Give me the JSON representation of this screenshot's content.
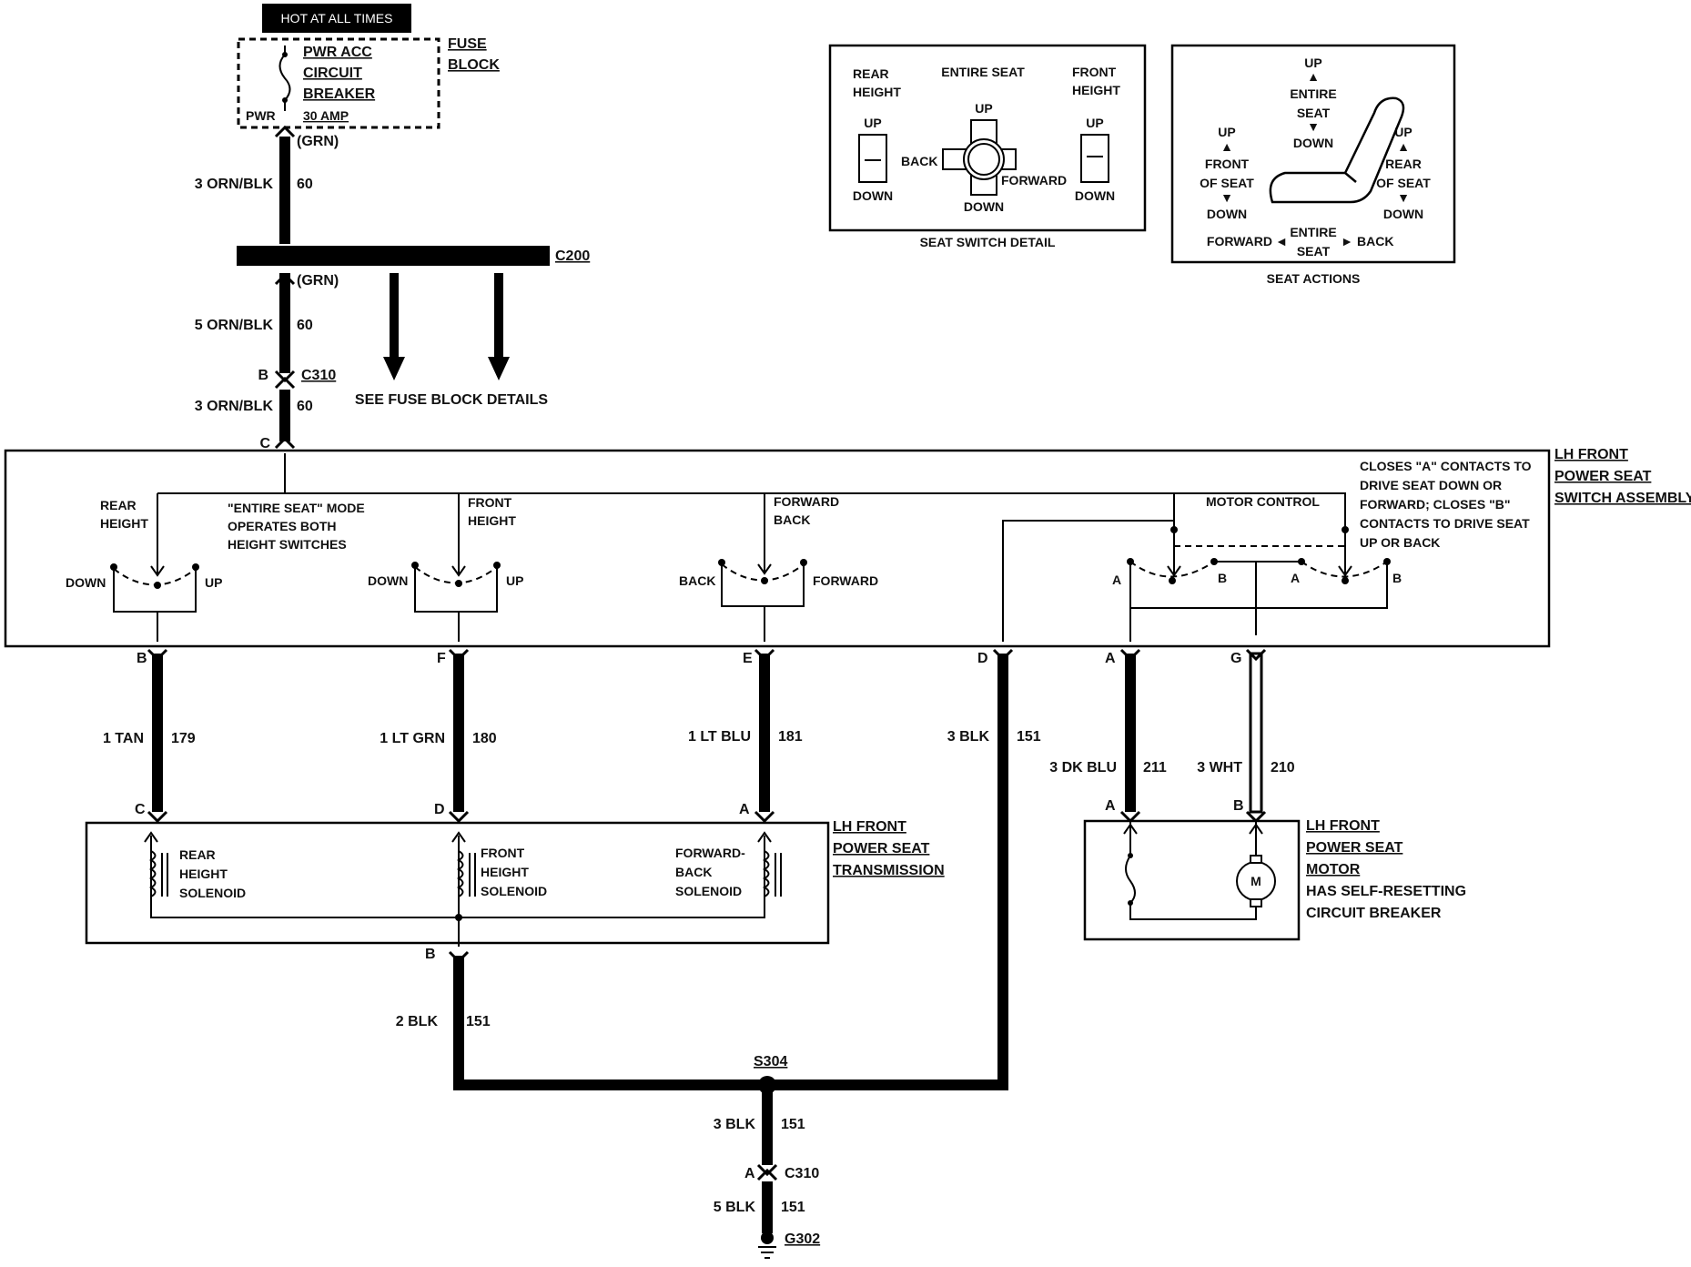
{
  "fuse_block": {
    "hot_label": "HOT AT ALL TIMES",
    "breaker_lines": [
      "PWR ACC",
      "CIRCUIT",
      "BREAKER"
    ],
    "amp_rating": "30 AMP",
    "pwr_label": "PWR",
    "block_lines": [
      "FUSE",
      "BLOCK"
    ]
  },
  "wires": {
    "top_wire": {
      "gauge_color": "3 ORN/BLK",
      "circuit": "60",
      "connector_color": "(GRN)"
    },
    "mid_wire": {
      "gauge_color": "5 ORN/BLK",
      "circuit": "60",
      "connector_color": "(GRN)"
    },
    "switch_feed": {
      "gauge_color": "3 ORN/BLK",
      "circuit": "60"
    },
    "rear_height": {
      "gauge_color": "1 TAN",
      "circuit": "179",
      "pin_top": "B",
      "pin_bottom": "C"
    },
    "front_height": {
      "gauge_color": "1 LT GRN",
      "circuit": "180",
      "pin_top": "F",
      "pin_bottom": "D"
    },
    "forward_back": {
      "gauge_color": "1 LT BLU",
      "circuit": "181",
      "pin_top": "E",
      "pin_bottom": "A"
    },
    "ground_switch": {
      "gauge_color": "3 BLK",
      "circuit": "151",
      "pin_top": "D"
    },
    "motor_a": {
      "gauge_color": "3 DK BLU",
      "circuit": "211",
      "pin_top": "A",
      "pin_bottom": "A"
    },
    "motor_b": {
      "gauge_color": "3 WHT",
      "circuit": "210",
      "pin_top": "G",
      "pin_bottom": "B"
    },
    "trans_ground": {
      "gauge_color": "2 BLK",
      "circuit": "151",
      "pin": "B"
    },
    "splice_down": {
      "gauge_color": "3 BLK",
      "circuit": "151"
    },
    "final_ground": {
      "gauge_color": "5 BLK",
      "circuit": "151"
    }
  },
  "connectors": {
    "c200": "C200",
    "c310_upper": "C310",
    "c310_upper_pin_b": "B",
    "c310_upper_pin_c": "C",
    "c310_lower": "C310",
    "c310_lower_pin": "A",
    "s304": "S304",
    "g302": "G302"
  },
  "see_fuse_block": "SEE FUSE BLOCK DETAILS",
  "switch_assembly": {
    "title_lines": [
      "LH FRONT",
      "POWER SEAT",
      "SWITCH ASSEMBLY"
    ],
    "entire_seat_note": [
      "\"ENTIRE SEAT\" MODE",
      "OPERATES BOTH",
      "HEIGHT SWITCHES"
    ],
    "closes_note": [
      "CLOSES \"A\" CONTACTS TO",
      "DRIVE SEAT DOWN OR",
      "FORWARD; CLOSES \"B\"",
      "CONTACTS TO DRIVE SEAT",
      "UP OR BACK"
    ],
    "rear_height": {
      "label": [
        "REAR",
        "HEIGHT"
      ],
      "left": "DOWN",
      "right": "UP"
    },
    "front_height": {
      "label": [
        "FRONT",
        "HEIGHT"
      ],
      "left": "DOWN",
      "right": "UP"
    },
    "forward_back": {
      "label": [
        "FORWARD",
        "BACK"
      ],
      "left": "BACK",
      "right": "FORWARD"
    },
    "motor_control": {
      "label": "MOTOR CONTROL",
      "contacts": [
        "A",
        "B",
        "A",
        "B"
      ]
    }
  },
  "transmission": {
    "title_lines": [
      "LH FRONT",
      "POWER SEAT",
      "TRANSMISSION"
    ],
    "solenoids": [
      [
        "REAR",
        "HEIGHT",
        "SOLENOID"
      ],
      [
        "FRONT",
        "HEIGHT",
        "SOLENOID"
      ],
      [
        "FORWARD-",
        "BACK",
        "SOLENOID"
      ]
    ]
  },
  "motor": {
    "title_lines": [
      "LH FRONT",
      "POWER SEAT",
      "MOTOR"
    ],
    "note_lines": [
      "HAS SELF-RESETTING",
      "CIRCUIT BREAKER"
    ],
    "symbol": "M"
  },
  "seat_switch_detail": {
    "caption": "SEAT SWITCH DETAIL",
    "rear_height": [
      "REAR",
      "HEIGHT"
    ],
    "entire_seat": "ENTIRE SEAT",
    "front_height": [
      "FRONT",
      "HEIGHT"
    ],
    "up": "UP",
    "down": "DOWN",
    "back": "BACK",
    "forward": "FORWARD"
  },
  "seat_actions": {
    "caption": "SEAT ACTIONS",
    "entire_up": [
      "UP",
      "ENTIRE",
      "SEAT",
      "DOWN"
    ],
    "front": [
      "UP",
      "FRONT",
      "OF SEAT",
      "DOWN"
    ],
    "rear": [
      "UP",
      "REAR",
      "OF SEAT",
      "DOWN"
    ],
    "forward": "FORWARD",
    "entire": [
      "ENTIRE",
      "SEAT"
    ],
    "back": "BACK"
  }
}
